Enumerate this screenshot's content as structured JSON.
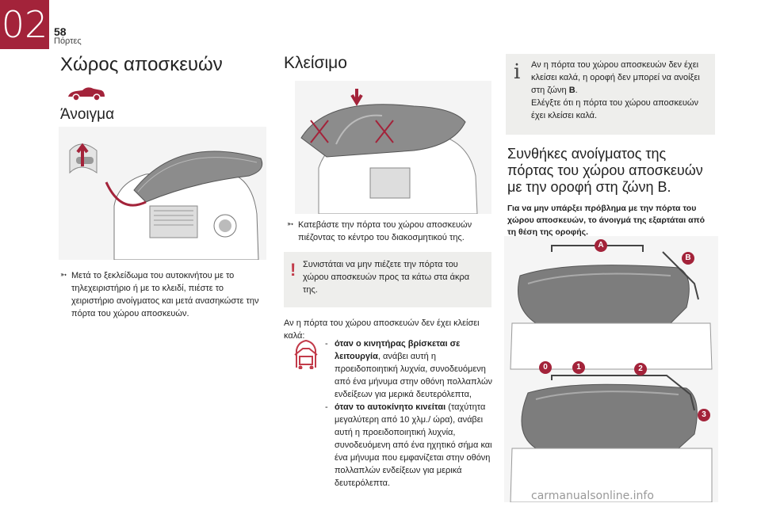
{
  "header": {
    "chapter_number": "02",
    "page_number": "58",
    "chapter_title": "Πόρτες"
  },
  "left": {
    "title": "Χώρος αποσκευών",
    "subtitle": "Άνοιγμα",
    "bullet": "Μετά το ξεκλείδωμα του αυτοκινήτου με το τηλεχειριστήριο ή με το κλειδί, πιέστε το χειριστήριο ανοίγματος και μετά ανασηκώστε την πόρτα του χώρου αποσκευών."
  },
  "middle": {
    "title": "Κλείσιμο",
    "bullet": "Κατεβάστε την πόρτα του χώρου αποσκευών πιέζοντας το κέντρο του διακοσμητικού της.",
    "warning": "Συνιστάται να μην πιέζετε την πόρτα του χώρου αποσκευών προς τα κάτω στα άκρα της.",
    "intro": "Αν η πόρτα του χώρου αποσκευών δεν έχει κλείσει καλά:",
    "items": [
      {
        "bold": "όταν ο κινητήρας βρίσκεται σε λειτουργία",
        "text": ", ανάβει αυτή η προειδοποιητική λυχνία, συνοδευόμενη από ένα μήνυμα στην οθόνη πολλαπλών ενδείξεων για μερικά δευτερόλεπτα,"
      },
      {
        "bold": "όταν το αυτοκίνητο κινείται",
        "text": " (ταχύτητα μεγαλύτερη από 10 χλμ./ ώρα), ανάβει αυτή η προειδοποιητική λυχνία, συνοδευόμενη από ένα ηχητικό σήμα και ένα μήνυμα που εμφανίζεται στην οθόνη πολλαπλών ενδείξεων για μερικά δευτερόλεπτα."
      }
    ]
  },
  "right": {
    "info_part1": "Αν η πόρτα του χώρου αποσκευών δεν έχει κλείσει καλά, η οροφή δεν μπορεί να ανοίξει στη ζώνη ",
    "info_zone": "B",
    "info_part2": ".",
    "info_part3": "Ελέγξτε ότι η πόρτα του χώρου αποσκευών έχει κλείσει καλά.",
    "title": "Συνθήκες ανοίγματος της πόρτας του χώρου αποσκευών με την οροφή στη ζώνη B.",
    "note": "Για να μην υπάρξει πρόβλημα με την πόρτα του χώρου αποσκευών, το άνοιγμά της εξαρτάται από τη θέση της οροφής.",
    "zones_top": [
      "A",
      "B"
    ],
    "zones_bottom": [
      "0",
      "1",
      "2",
      "3"
    ]
  },
  "footer": {
    "watermark": "carmanualsonline.info"
  },
  "colors": {
    "accent": "#a3233a",
    "box_bg": "#eeeeec"
  },
  "icons": {
    "car_silhouette": "convertible-car-icon",
    "warning": "exclamation-icon",
    "info": "info-icon",
    "boot_warning": "open-boot-warning-icon"
  }
}
